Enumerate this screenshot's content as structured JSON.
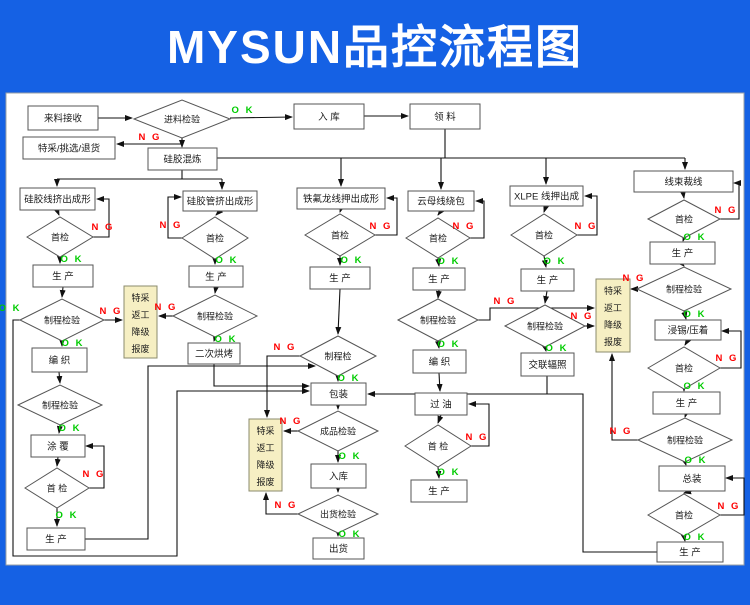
{
  "banner": {
    "title": "MYSUN品控流程图"
  },
  "labels": {
    "ok": "O K",
    "ng": "N G"
  },
  "colors": {
    "banner_bg": "#1561e4",
    "banner_fg": "#ffffff",
    "chart_bg": "#ffffff",
    "chart_border": "#9aa0a6",
    "node_bg": "#ffffff",
    "node_border": "#555555",
    "special_bg": "#f6efc3",
    "special_border": "#8b8b6d",
    "line": "#111111",
    "ok": "#00cc00",
    "ng": "#fe0000",
    "text": "#1a1a1a"
  },
  "special_box_lines": [
    "特采",
    "返工",
    "降级",
    "报废"
  ],
  "nodes": {
    "receive": "来料接收",
    "incoming_inspection": "进料检验",
    "warehouse_in_top": "入  库",
    "material_pickup": "领  料",
    "special_pick_return": "特采/挑选/退货",
    "silicone_mixing": "硅胶混炼",
    "c1_start": "硅胶线挤出成形",
    "c1_first_insp": "首检",
    "c1_prod1": "生  产",
    "c1_process_insp1": "制程检验",
    "c1_braiding": "编  织",
    "c1_process_insp2": "制程检验",
    "c1_coating": "涂  覆",
    "c1_first_insp2": "首 检",
    "c1_prod2": "生  产",
    "c2_start": "硅胶管挤出成形",
    "c2_first_insp": "首检",
    "c2_prod": "生  产",
    "c2_process_insp": "制程检验",
    "c2_second_bake": "二次烘烤",
    "c3_start": "铁氟龙线押出成形",
    "c3_first_insp": "首检",
    "c3_prod": "生  产",
    "c3_process_insp": "制程检",
    "packaging": "包装",
    "finished_insp": "成品检验",
    "warehouse_in2": "入库",
    "shipping_insp": "出货检验",
    "shipping": "出货",
    "c4_start": "云母线绕包",
    "c4_first_insp": "首检",
    "c4_prod1": "生  产",
    "c4_process_insp": "制程检验",
    "c4_braiding": "编  织",
    "c4_oiling": "过  油",
    "c4_first_insp2": "首 检",
    "c4_prod2": "生  产",
    "c5_start": "XLPE 线押出成",
    "c5_first_insp": "首检",
    "c5_prod": "生  产",
    "c5_process_insp": "制程检验",
    "c5_irradiation": "交联辐照",
    "c6_start": "线束裁线",
    "c6_first_insp1": "首检",
    "c6_prod1": "生  产",
    "c6_process_insp1": "制程检验",
    "c6_tin_crimp": "浸锡/压着",
    "c6_first_insp2": "首检",
    "c6_prod2": "生  产",
    "c6_process_insp2": "制程检验",
    "c6_assembly": "总装",
    "c6_first_insp3": "首检",
    "c6_prod3": "生  产"
  }
}
